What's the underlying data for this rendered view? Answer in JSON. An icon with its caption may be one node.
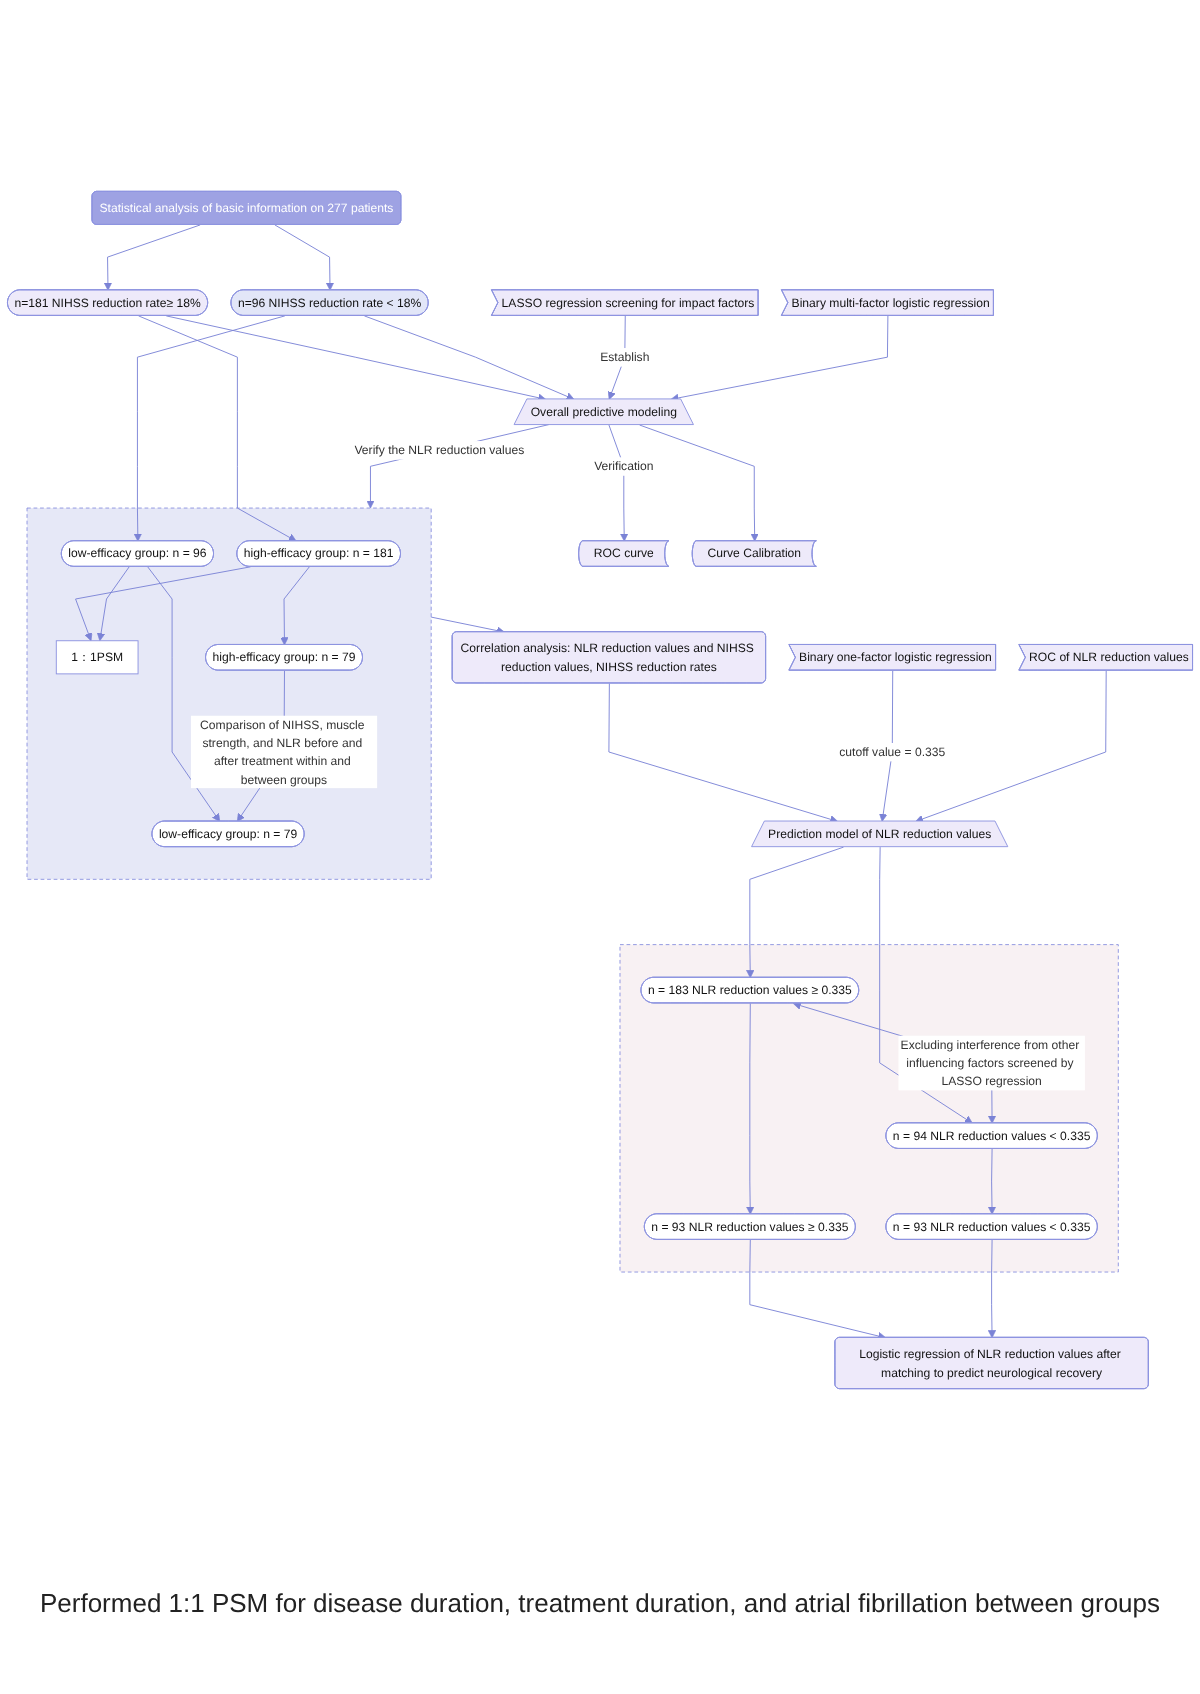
{
  "diagram": {
    "nodes": [
      {
        "text": [
          "Statistical analysis of basic information on 277 patients"
        ]
      },
      {
        "text": [
          "n=181 NIHSS reduction rate≥ 18%"
        ]
      },
      {
        "text": [
          "n=96 NIHSS reduction rate < 18%"
        ]
      },
      {
        "text": [
          "LASSO regression screening for impact factors"
        ]
      },
      {
        "text": [
          "Binary multi-factor logistic regression"
        ]
      },
      {
        "text": [
          "Overall predictive modeling"
        ]
      },
      {
        "text": [
          "ROC curve"
        ]
      },
      {
        "text": [
          "Curve Calibration"
        ]
      },
      {
        "text": [],
        "shape": "box"
      },
      {
        "text": [
          "high-efficacy group: n = 181"
        ],
        "in": 8
      },
      {
        "text": [
          "1：1PSM"
        ],
        "in": 8
      },
      {
        "text": [
          "low-efficacy group: n = 96"
        ],
        "in": 8
      },
      {
        "text": [
          "high-efficacy group: n = 79"
        ],
        "in": 8
      },
      {
        "text": [
          "low-efficacy group: n = 79"
        ],
        "in": 8
      },
      {
        "text": [
          "Correlation analysis: NLR reduction values and NIHSS reduction values, NIHSS reduction rates"
        ]
      },
      {
        "text": [
          "Binary one-factor logistic regression"
        ]
      },
      {
        "text": [
          "ROC of NLR reduction values"
        ]
      },
      {
        "text": [
          "Prediction model of NLR reduction values"
        ]
      },
      {
        "text": [],
        "shape": "box"
      },
      {
        "text": [
          "n = 183 NLR reduction values ≥ 0.335"
        ],
        "in": 18
      },
      {
        "text": [
          "n = 94 NLR reduction values < 0.335"
        ],
        "in": 18
      },
      {
        "text": [
          "n = 93 NLR reduction values ≥ 0.335"
        ],
        "in": 18
      },
      {
        "text": [
          "n = 93 NLR reduction values < 0.335"
        ],
        "in": 18
      },
      {
        "text": [
          "Logistic regression of NLR reduction values after matching to predict neurological recovery"
        ]
      }
    ],
    "edges": [
      {
        "from": 0,
        "to": 1,
        "arrow": "to"
      },
      {
        "from": 0,
        "to": 2,
        "arrow": "to"
      },
      {
        "from": 1,
        "to": 5,
        "arrow": "to"
      },
      {
        "from": 2,
        "to": 5,
        "arrow": "to"
      },
      {
        "from": 3,
        "to": 5,
        "arrow": "to",
        "label": "Establish"
      },
      {
        "from": 4,
        "to": 5,
        "arrow": "to"
      },
      {
        "from": 5,
        "to": 6,
        "arrow": "to",
        "label": "Verification"
      },
      {
        "from": 5,
        "to": 7,
        "arrow": "to"
      },
      {
        "from": 5,
        "to": 8,
        "arrow": "to",
        "label": "Verify the NLR reduction values"
      },
      {
        "from": 1,
        "to": 9,
        "arrow": "to"
      },
      {
        "from": 2,
        "to": 11,
        "arrow": "to"
      },
      {
        "from": 9,
        "to": 10,
        "arrow": "to"
      },
      {
        "from": 11,
        "to": 10,
        "arrow": "to"
      },
      {
        "from": 9,
        "to": 12,
        "arrow": "to"
      },
      {
        "from": 11,
        "to": 13,
        "arrow": "to"
      },
      {
        "from": 12,
        "to": 13,
        "arrow": "to",
        "label": "Comparison of NIHSS, muscle strength, and NLR before and after treatment within and between groups"
      },
      {
        "from": 8,
        "to": 14,
        "arrow": "to"
      },
      {
        "from": 14,
        "to": 17,
        "arrow": "to"
      },
      {
        "from": 15,
        "to": 17,
        "arrow": "to",
        "label": "cutoff value = 0.335"
      },
      {
        "from": 16,
        "to": 17,
        "arrow": "to"
      },
      {
        "from": 17,
        "to": 19,
        "arrow": "to"
      },
      {
        "from": 17,
        "to": 20,
        "arrow": "to"
      },
      {
        "from": 19,
        "to": 20,
        "arrow": "both",
        "label": "Excluding interference from other influencing factors screened by LASSO regression"
      },
      {
        "from": 19,
        "to": 21,
        "arrow": "to"
      },
      {
        "from": 20,
        "to": 22,
        "arrow": "to"
      },
      {
        "from": 21,
        "to": 23,
        "arrow": "to"
      },
      {
        "from": 22,
        "to": 23,
        "arrow": "to"
      }
    ],
    "labels": [
      "Performed 1:1 PSM for disease duration, treatment duration, and atrial fibrillation between groups"
    ]
  }
}
